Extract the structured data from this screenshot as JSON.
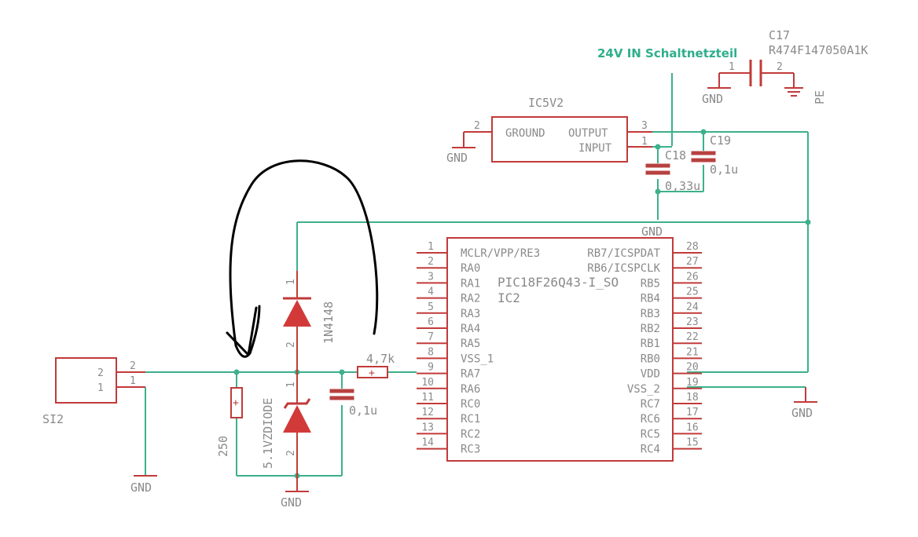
{
  "supply": {
    "net_label": "24V IN Schaltnetzteil"
  },
  "c17": {
    "name": "C17",
    "value": "R474F147050A1K",
    "pin1": "1",
    "pin2": "2",
    "gnd": "GND",
    "pe": "PE"
  },
  "regulator": {
    "name": "IC5V2",
    "ground": "GROUND",
    "output": "OUTPUT",
    "input": "INPUT",
    "pin_gnd": "2",
    "pin_out": "3",
    "pin_in": "1",
    "gnd": "GND"
  },
  "c18": {
    "name": "C18",
    "value": "0,33u"
  },
  "c19": {
    "name": "C19",
    "value": "0,1u"
  },
  "top_gnd": "GND",
  "mcu": {
    "name": "IC2",
    "part": "PIC18F26Q43-I_SO",
    "left_pins": [
      {
        "num": "1",
        "name": "MCLR/VPP/RE3"
      },
      {
        "num": "2",
        "name": "RA0"
      },
      {
        "num": "3",
        "name": "RA1"
      },
      {
        "num": "4",
        "name": "RA2"
      },
      {
        "num": "5",
        "name": "RA3"
      },
      {
        "num": "6",
        "name": "RA4"
      },
      {
        "num": "7",
        "name": "RA5"
      },
      {
        "num": "8",
        "name": "VSS_1"
      },
      {
        "num": "9",
        "name": "RA7"
      },
      {
        "num": "10",
        "name": "RA6"
      },
      {
        "num": "11",
        "name": "RC0"
      },
      {
        "num": "12",
        "name": "RC1"
      },
      {
        "num": "13",
        "name": "RC2"
      },
      {
        "num": "14",
        "name": "RC3"
      }
    ],
    "right_pins": [
      {
        "num": "28",
        "name": "RB7/ICSPDAT"
      },
      {
        "num": "27",
        "name": "RB6/ICSPCLK"
      },
      {
        "num": "26",
        "name": "RB5"
      },
      {
        "num": "25",
        "name": "RB4"
      },
      {
        "num": "24",
        "name": "RB3"
      },
      {
        "num": "23",
        "name": "RB2"
      },
      {
        "num": "22",
        "name": "RB1"
      },
      {
        "num": "21",
        "name": "RB0"
      },
      {
        "num": "20",
        "name": "VDD"
      },
      {
        "num": "19",
        "name": "VSS_2"
      },
      {
        "num": "18",
        "name": "RC7"
      },
      {
        "num": "17",
        "name": "RC6"
      },
      {
        "num": "16",
        "name": "RC5"
      },
      {
        "num": "15",
        "name": "RC4"
      }
    ]
  },
  "right_gnd": "GND",
  "diode": {
    "name": "1N4148",
    "pin1": "1",
    "pin2": "2"
  },
  "zener": {
    "name": "5.1VZDIODE",
    "pin1": "1",
    "pin2": "2"
  },
  "resistor_series": {
    "value": "4,7k"
  },
  "resistor_shunt": {
    "value": "250"
  },
  "cap_input": {
    "value": "0,1u"
  },
  "connector": {
    "name": "SI2",
    "pin2": "2",
    "pin1": "1",
    "pin2_net": "2",
    "pin1_net": "1"
  },
  "bottom_gnd_left": "GND",
  "bottom_gnd_mid": "GND",
  "colors": {
    "wire": "#3db08c",
    "symbol": "#c23a3a",
    "text": "#8a8a8a",
    "annotation": "#000000"
  }
}
